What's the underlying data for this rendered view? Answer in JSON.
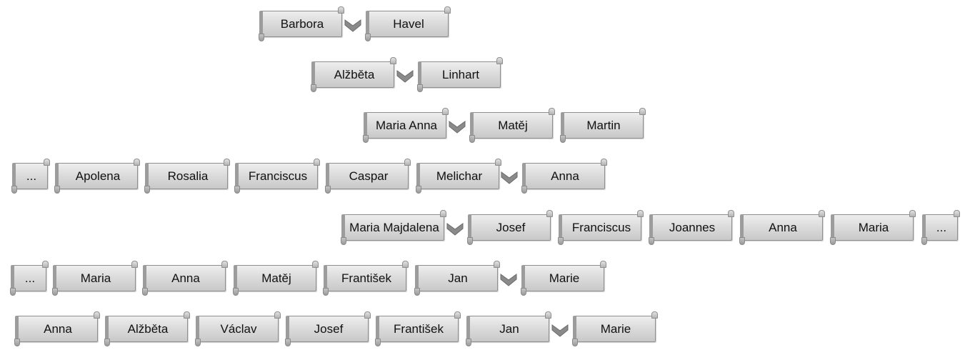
{
  "generations": [
    {
      "names": [
        "Barbora",
        "Havel"
      ],
      "marriage_after": 0
    },
    {
      "names": [
        "Alžběta",
        "Linhart"
      ],
      "marriage_after": 0
    },
    {
      "names": [
        "Maria Anna",
        "Matěj",
        "Martin"
      ],
      "marriage_after": 0
    },
    {
      "names": [
        "...",
        "Apolena",
        "Rosalia",
        "Franciscus",
        "Caspar",
        "Melichar",
        "Anna"
      ],
      "marriage_after": 5
    },
    {
      "names": [
        "Maria Majdalena",
        "Josef",
        "Franciscus",
        "Joannes",
        "Anna",
        "Maria",
        "..."
      ],
      "marriage_after": 0
    },
    {
      "names": [
        "...",
        "Maria",
        "Anna",
        "Matěj",
        "František",
        "Jan",
        "Marie"
      ],
      "marriage_after": 5
    },
    {
      "names": [
        "Anna",
        "Alžběta",
        "Václav",
        "Josef",
        "František",
        "Jan",
        "Marie"
      ],
      "marriage_after": 5
    }
  ],
  "icons": {
    "marriage": "chevron-down-icon"
  },
  "colors": {
    "box_fill_top": "#eeeeee",
    "box_fill_bottom": "#c8c8c8",
    "box_border": "#8e8e8e",
    "chevron": "#8a8a8a",
    "text": "#111111"
  }
}
